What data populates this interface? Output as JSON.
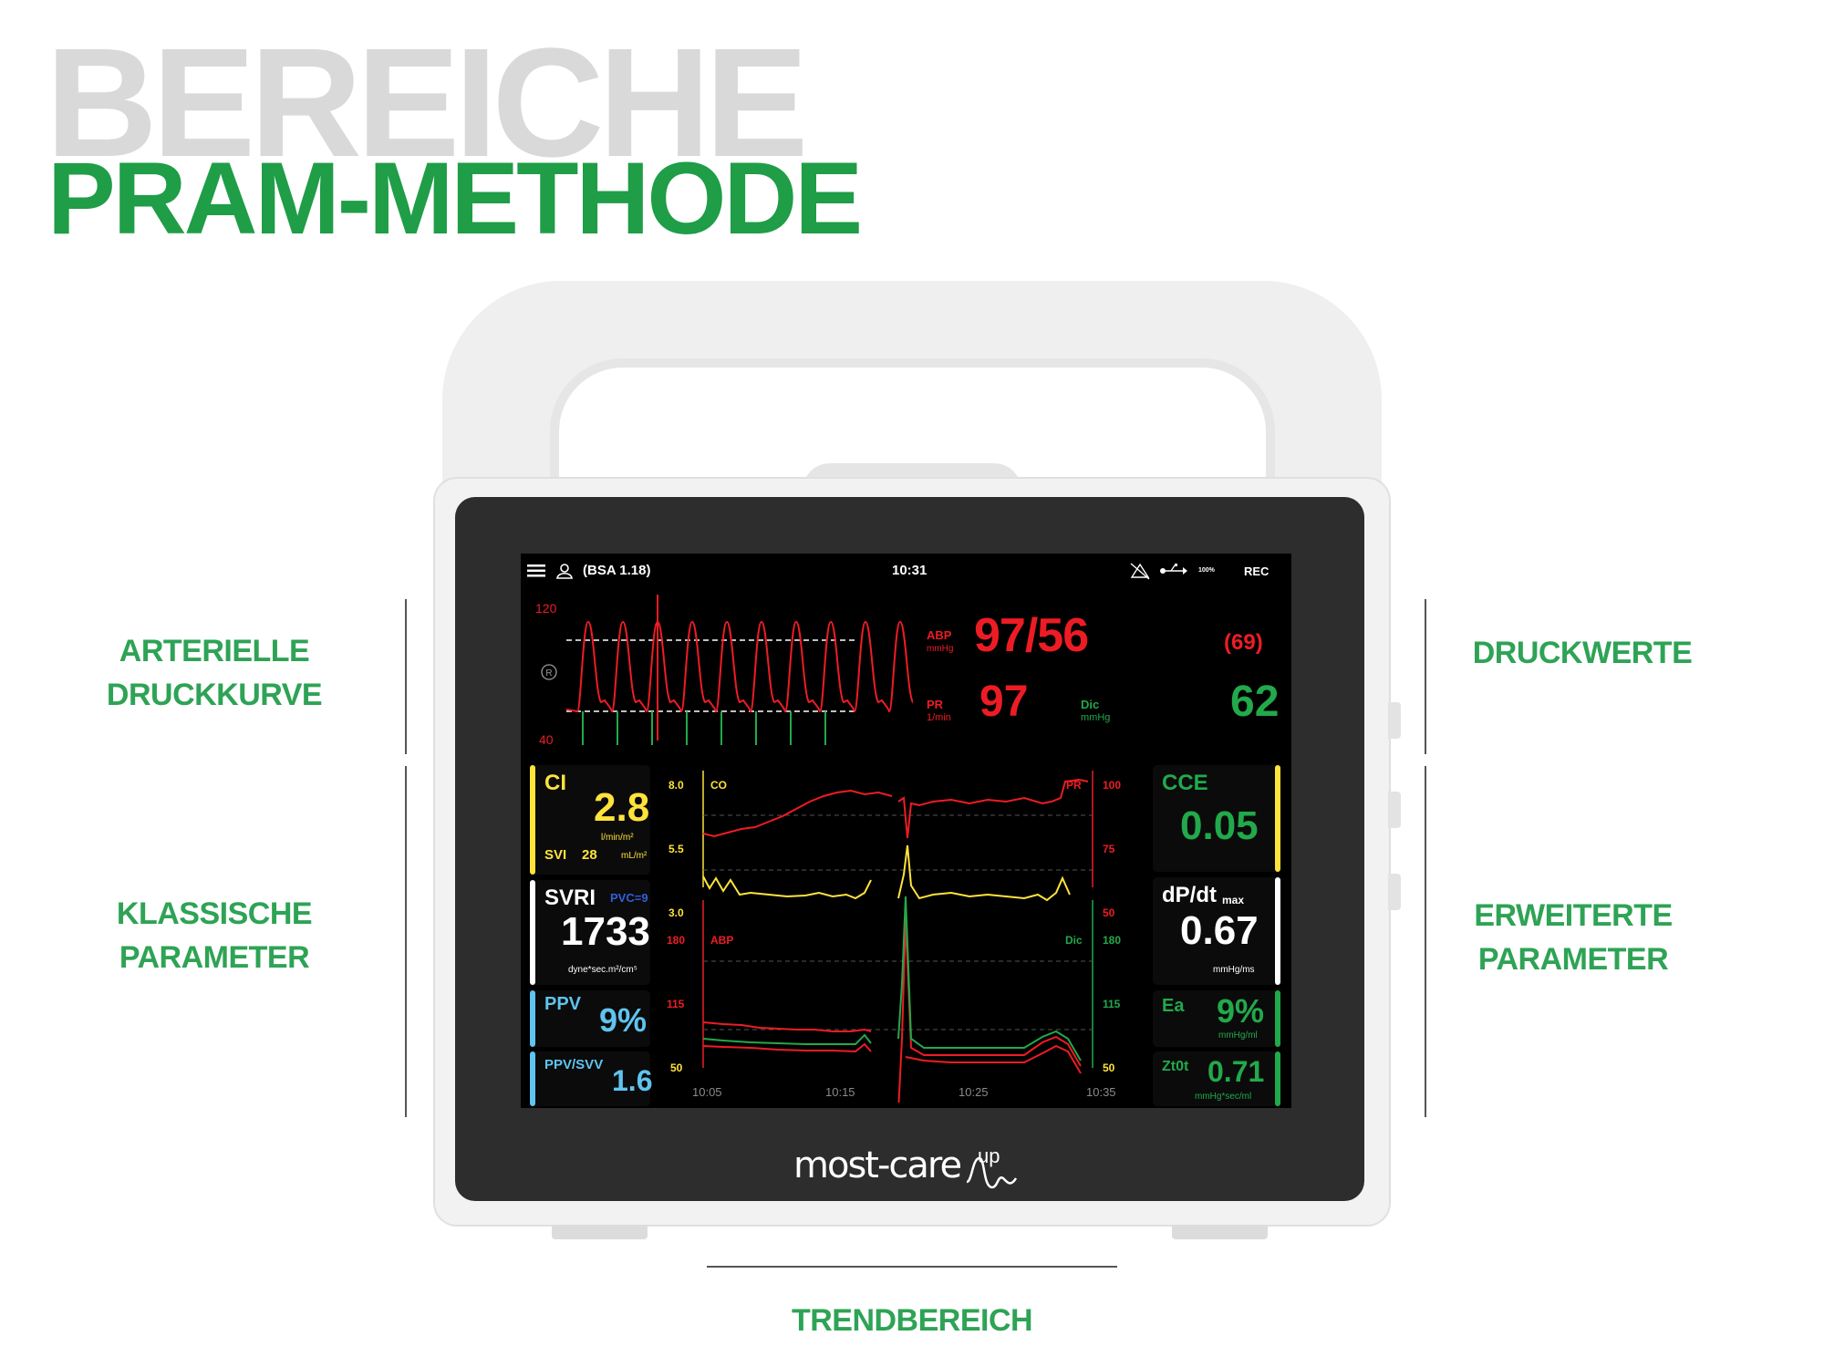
{
  "heading": {
    "title": "BEREICHE",
    "subtitle": "PRAM-METHODE"
  },
  "labels": {
    "arterial": [
      "ARTERIELLE",
      "DRUCKKURVE"
    ],
    "classic": [
      "KLASSISCHE",
      "PARAMETER"
    ],
    "pressure": [
      "DRUCKWERTE"
    ],
    "extended": [
      "ERWEITERTE",
      "PARAMETER"
    ],
    "trend": "TRENDBEREICH"
  },
  "device": {
    "logo": "most-care",
    "logo_suffix": "up"
  },
  "status_bar": {
    "bsa": "(BSA 1.18)",
    "time": "10:31",
    "battery": "100%",
    "rec": "REC"
  },
  "waveform": {
    "y_top": "120",
    "y_bottom": "40",
    "icon": "R",
    "beats": 10
  },
  "vitals": {
    "abp_label": "ABP",
    "abp_unit": "mmHg",
    "abp_value": "97/56",
    "abp_mean": "(69)",
    "pr_label": "PR",
    "pr_unit": "1/min",
    "pr_value": "97",
    "dic_label": "Dic",
    "dic_unit": "mmHg",
    "dic_value": "62"
  },
  "left_params": {
    "ci_label": "CI",
    "ci_value": "2.8",
    "ci_unit": "l/min/m²",
    "svi_label": "SVI",
    "svi_value": "28",
    "svi_unit": "mL/m²",
    "svri_label": "SVRI",
    "pvc": "PVC=9",
    "svri_value": "1733",
    "svri_unit": "dyne*sec.m²/cm⁵",
    "ppv_label": "PPV",
    "ppv_value": "9%",
    "ppvsvv_label": "PPV/SVV",
    "ppvsvv_value": "1.6"
  },
  "right_params": {
    "cce_label": "CCE",
    "cce_value": "0.05",
    "dpdt_label": "dP/dt",
    "dpdt_sub": "max",
    "dpdt_value": "0.67",
    "dpdt_unit": "mmHg/ms",
    "ea_label": "Ea",
    "ea_value": "9%",
    "ea_unit": "mmHg/ml",
    "ztot_label": "Zt0t",
    "ztot_value": "0.71",
    "ztot_unit": "mmHg*sec/ml"
  },
  "trend": {
    "co_label": "CO",
    "pr_label": "PR",
    "abp_label": "ABP",
    "dic_label": "Dic",
    "left_ticks_top": [
      "8.0",
      "5.5",
      "3.0"
    ],
    "right_ticks_top": [
      "100",
      "75",
      "50"
    ],
    "left_ticks_bottom": [
      "180",
      "115",
      "50"
    ],
    "right_ticks_bottom": [
      "180",
      "115",
      "50"
    ],
    "x_ticks": [
      "10:05",
      "10:15",
      "10:25",
      "10:35"
    ]
  },
  "colors": {
    "green": "#1f9d47",
    "red": "#ed1c24",
    "yellow": "#ffe33b",
    "cyan": "#5fc4ef",
    "white": "#ffffff"
  }
}
